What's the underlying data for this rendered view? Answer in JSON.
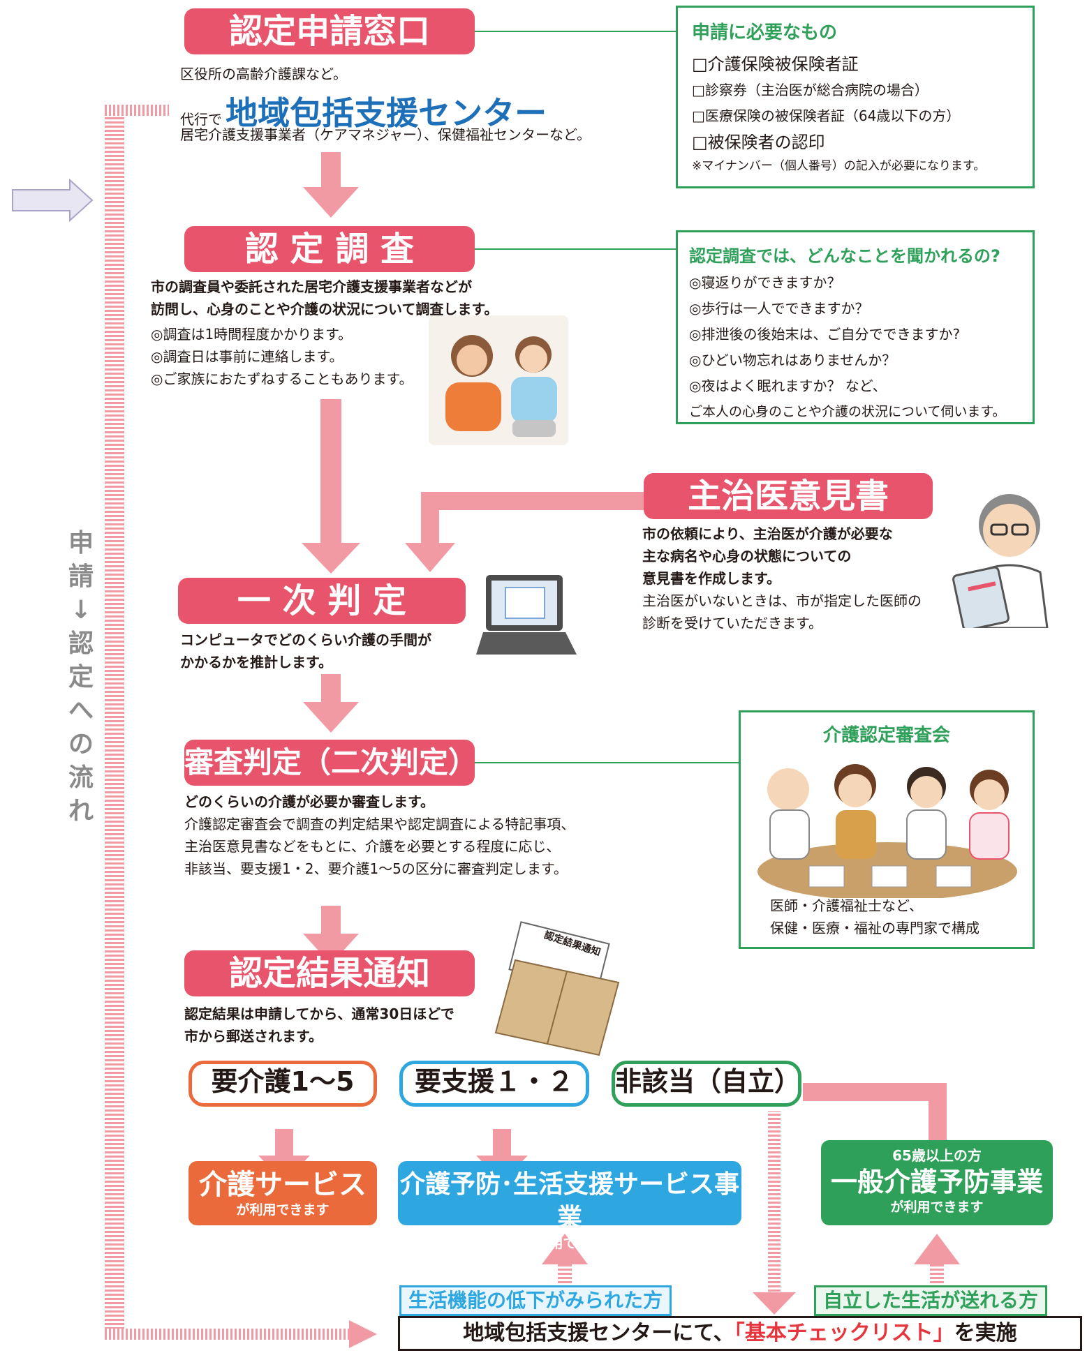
{
  "stages": {
    "application": {
      "title": "認定申請窓口",
      "line1": "区役所の高齢介護課など。",
      "proxy_label": "代行で",
      "proxy_center": "地域包括支援センター",
      "line3": "居宅介護支援事業者（ケアマネジャー）、保健福祉センターなど。"
    },
    "survey": {
      "title": "認 定 調 査",
      "desc1": "市の調査員や委託された居宅介護支援事業者などが",
      "desc2": "訪問し、心身のことや介護の状況について調査します。",
      "notes": [
        "◎調査は1時間程度かかります。",
        "◎調査日は事前に連絡します。",
        "◎ご家族におたずねすることもあります。"
      ]
    },
    "doctor": {
      "title": "主治医意見書",
      "desc1": "市の依頼により、主治医が介護が必要な",
      "desc2": "主な病名や心身の状態についての",
      "desc3": "意見書を作成します。",
      "note1": "主治医がいないときは、市が指定した医師の",
      "note2": "診断を受けていただきます。"
    },
    "primary": {
      "title": "一 次 判 定",
      "desc1": "コンピュータでどのくらい介護の手間が",
      "desc2": "かかるかを推計します。"
    },
    "review": {
      "title": "審査判定（二次判定）",
      "desc1": "どのくらいの介護が必要か審査します。",
      "desc2": "介護認定審査会で調査の判定結果や認定調査による特記事項、",
      "desc3": "主治医意見書などをもとに、介護を必要とする程度に応じ、",
      "desc4": "非該当、要支援1・2、要介護1〜5の区分に審査判定します。"
    },
    "result": {
      "title": "認定結果通知",
      "desc1": "認定結果は申請してから、通常30日ほどで",
      "desc2": "市から郵送されます。",
      "envelope_label": "認定結果通知"
    }
  },
  "required_box": {
    "title": "申請に必要なもの",
    "items": [
      "□介護保険被保険者証",
      "□診察券（主治医が総合病院の場合）",
      "□医療保険の被保険者証（64歳以下の方）",
      "□被保険者の認印"
    ],
    "note": "※マイナンバー（個人番号）の記入が必要になります。"
  },
  "survey_box": {
    "title": "認定調査では、どんなことを聞かれるの?",
    "items": [
      "◎寝返りができますか？",
      "◎歩行は一人でできますか？",
      "◎排泄後の後始末は、ご自分でできますか?",
      "◎ひどい物忘れはありませんか？",
      "◎夜はよく眠れますか？ など、",
      "ご本人の心身のことや介護の状況について伺います。"
    ]
  },
  "committee_box": {
    "title": "介護認定審査会",
    "line1": "医師・介護福祉士など、",
    "line2": "保健・医療・福祉の専門家で構成"
  },
  "side_label": [
    "申",
    "請",
    "↓",
    "認",
    "定",
    "へ",
    "の",
    "流",
    "れ"
  ],
  "outcomes": {
    "care": "要介護1〜5",
    "support": "要支援１・２",
    "independent": "非該当（自立）"
  },
  "services": {
    "care": {
      "big": "介護サービス",
      "small": "が利用できます"
    },
    "prevent": {
      "big": "介護予防･生活支援サービス事業",
      "small": "が利用できます"
    },
    "general": {
      "top": "65歳以上の方",
      "big": "一般介護予防事業",
      "small": "が利用できます"
    }
  },
  "checklist": {
    "left": "生活機能の低下がみられた方",
    "right": "自立した生活が送れる方",
    "banner_pre": "地域包括支援センターにて、",
    "banner_key": "「基本チェックリスト」",
    "banner_post": "を実施"
  },
  "colors": {
    "stage": "#e8546b",
    "arrow": "#f29aa4",
    "green": "#2fa05a",
    "care": "#ea6a3b",
    "support": "#2ea7e0",
    "blue_text": "#1d6fb8",
    "red_text": "#e5363e"
  }
}
